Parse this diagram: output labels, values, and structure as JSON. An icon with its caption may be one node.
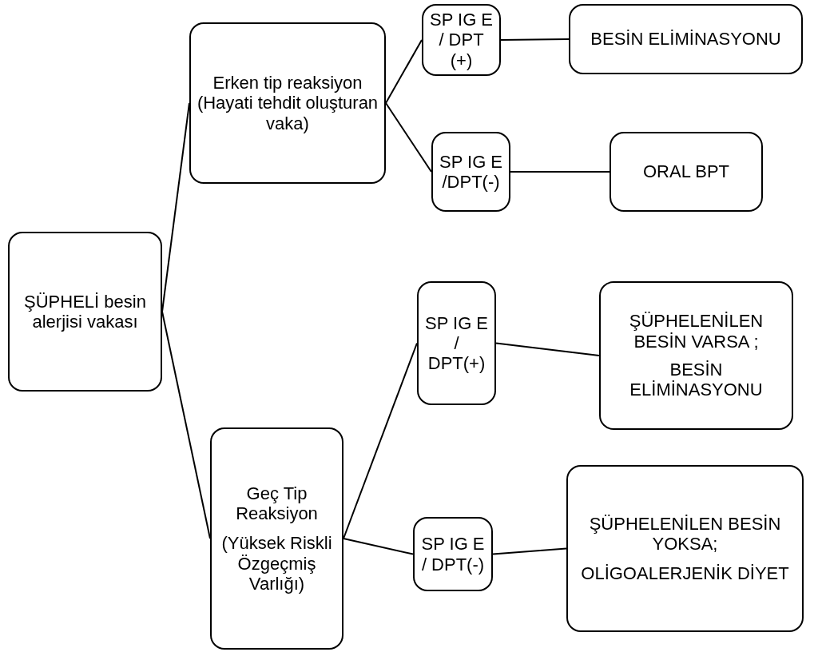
{
  "diagram": {
    "nodes": [
      {
        "text": [
          "ŞÜPHELİ besin alerjisi vakası"
        ]
      },
      {
        "text": [
          "Erken tip reaksiyon (Hayati tehdit oluşturan vaka)"
        ]
      },
      {
        "text": [
          "SP IG E / DPT (+)"
        ]
      },
      {
        "text": [
          "BESİN ELİMİNASYONU"
        ]
      },
      {
        "text": [
          "SP IG E /DPT(-)"
        ]
      },
      {
        "text": [
          "ORAL BPT"
        ]
      },
      {
        "text": [
          "Geç Tip Reaksiyon",
          "(Yüksek Riskli Özgeçmiş Varlığı)"
        ]
      },
      {
        "text": [
          "SP IG E / DPT(+)"
        ]
      },
      {
        "text": [
          "ŞÜPHELENİLEN BESİN VARSA ;",
          "BESİN ELİMİNASYONU"
        ]
      },
      {
        "text": [
          "SP IG E / DPT(-)"
        ]
      },
      {
        "text": [
          "ŞÜPHELENİLEN BESİN YOKSA;",
          "OLİGOALERJENİK DİYET"
        ]
      }
    ],
    "edges": [
      {
        "from": 0,
        "to": 1,
        "arrow": "none"
      },
      {
        "from": 0,
        "to": 6,
        "arrow": "none"
      },
      {
        "from": 1,
        "to": 2,
        "arrow": "none"
      },
      {
        "from": 1,
        "to": 4,
        "arrow": "none"
      },
      {
        "from": 2,
        "to": 3,
        "arrow": "none"
      },
      {
        "from": 4,
        "to": 5,
        "arrow": "none"
      },
      {
        "from": 6,
        "to": 7,
        "arrow": "none"
      },
      {
        "from": 6,
        "to": 9,
        "arrow": "none"
      },
      {
        "from": 7,
        "to": 8,
        "arrow": "none"
      },
      {
        "from": 9,
        "to": 10,
        "arrow": "none"
      }
    ]
  }
}
